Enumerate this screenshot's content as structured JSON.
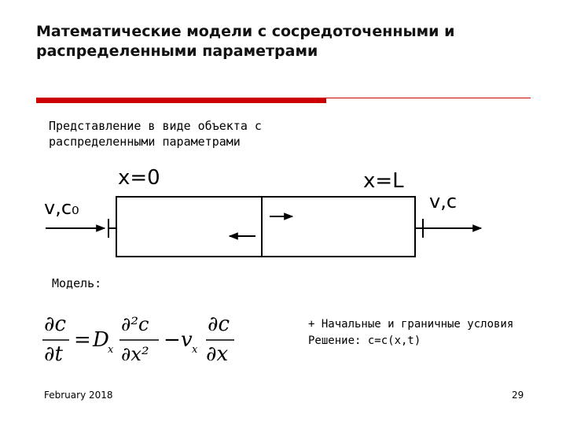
{
  "slide": {
    "title": "Математические модели с сосредоточенными и распределенными параметрами",
    "subtitle_line1": "Представление в виде объекта с",
    "subtitle_line2": "распределенными параметрами",
    "model_label": "Модель:",
    "conditions_note": "+ Начальные и граничные условия",
    "solution_note": "Решение: c=c(x,t)"
  },
  "diagram": {
    "label_x0": "x=0",
    "label_xL": "x=L",
    "inlet_label": "v,c₀",
    "outlet_label": "v,c"
  },
  "equation": {
    "dc": "∂c",
    "dt": "∂t",
    "eq": "=",
    "D": "D",
    "x_sub": "x",
    "d2c": "∂²c",
    "dx2": "∂x²",
    "minus": "−",
    "v": "v",
    "dx": "∂x"
  },
  "footer": {
    "date": "February 2018",
    "page": "29"
  },
  "colors": {
    "accent_red": "#cc0000",
    "text": "#111111"
  }
}
